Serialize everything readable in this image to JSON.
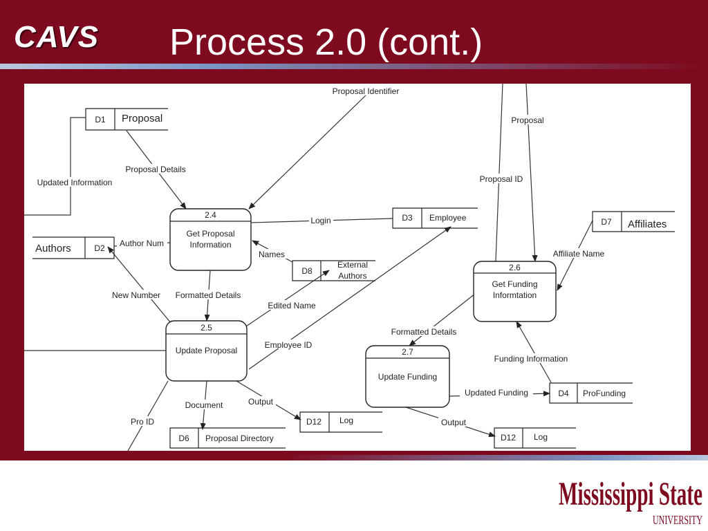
{
  "slide": {
    "logo": "CAVS",
    "title": "Process 2.0 (cont.)",
    "university_name": "Mississippi State",
    "university_word": "UNIVERSITY"
  },
  "colors": {
    "maroon": "#7d0a1e",
    "accent_blue": "#7b95c4",
    "line": "#333333"
  },
  "diagram": {
    "processes": [
      {
        "id": "2.4",
        "name_line1": "Get Proposal",
        "name_line2": "Information"
      },
      {
        "id": "2.5",
        "name_line1": "Update Proposal",
        "name_line2": ""
      },
      {
        "id": "2.6",
        "name_line1": "Get Funding",
        "name_line2": "Informtation"
      },
      {
        "id": "2.7",
        "name_line1": "Update Funding",
        "name_line2": ""
      }
    ],
    "stores": [
      {
        "id": "D1",
        "name": "Proposal"
      },
      {
        "id": "D2",
        "name": "Authors"
      },
      {
        "id": "D3",
        "name": "Employee"
      },
      {
        "id": "D8",
        "name_line1": "External",
        "name_line2": "Authors"
      },
      {
        "id": "D7",
        "name": "Affiliates"
      },
      {
        "id": "D4",
        "name": "ProFunding"
      },
      {
        "id": "D12",
        "name": "Log"
      },
      {
        "id": "D6",
        "name": "Proposal Directory"
      },
      {
        "id": "D12",
        "name": "Log"
      }
    ],
    "flows": {
      "proposal_identifier": "Proposal Identifier",
      "proposal": "Proposal",
      "proposal_details": "Proposal Details",
      "updated_information": "Updated Information",
      "proposal_id": "Proposal ID",
      "login": "Login",
      "author_num": "Author Num",
      "names": "Names",
      "affiliate_name": "Affiliate Name",
      "new_number": "New Number",
      "formatted_details_1": "Formatted Details",
      "edited_name": "Edited Name",
      "employee_id": "Employee ID",
      "formatted_details_2": "Formatted Details",
      "funding_information": "Funding Information",
      "document": "Document",
      "output_1": "Output",
      "updated_funding": "Updated Funding",
      "pro_id": "Pro ID",
      "output_2": "Output"
    }
  }
}
